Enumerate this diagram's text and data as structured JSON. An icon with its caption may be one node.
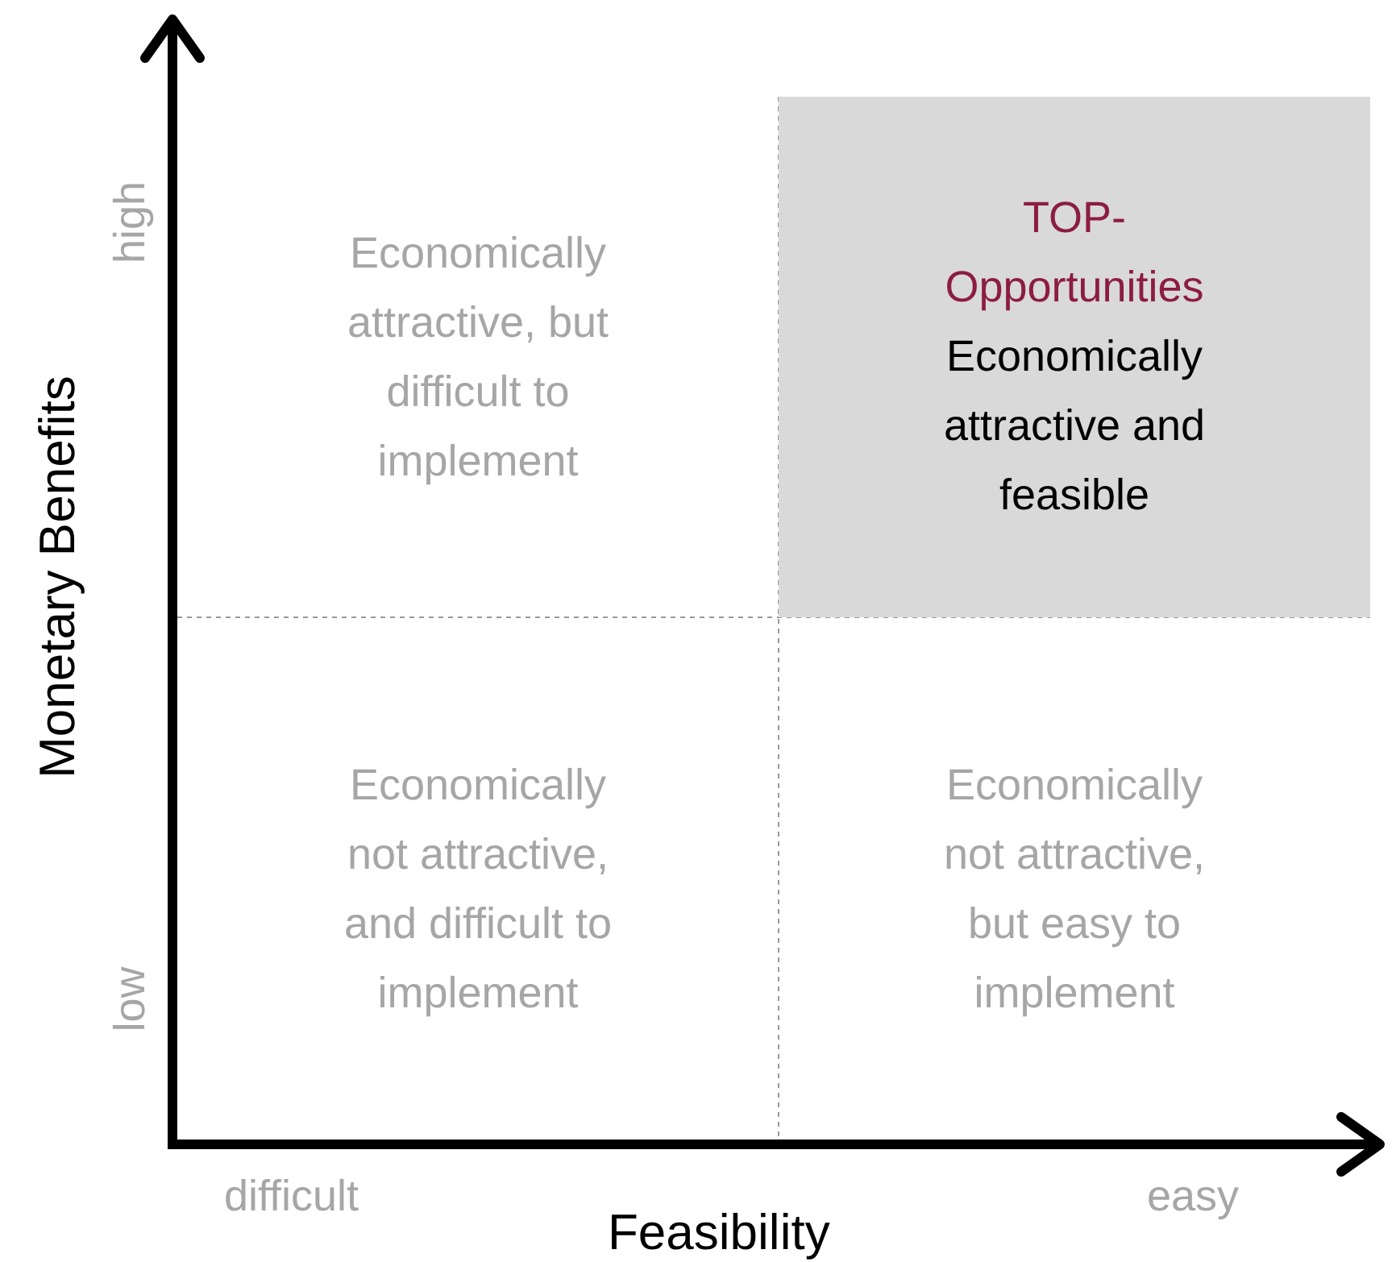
{
  "diagram": {
    "nodes": [
      {
        "text": [
          "Economically attractive, but difficult to implement"
        ]
      },
      {
        "text": [
          "TOP-Opportunities",
          "Economically attractive and feasible"
        ]
      },
      {
        "text": [
          "Economically not attractive, and difficult to implement"
        ]
      },
      {
        "text": [
          "Economically not attractive, but easy to implement"
        ]
      }
    ],
    "edges": [],
    "labels": [
      "high",
      "low",
      "Monetary Benefits",
      "difficult",
      "easy",
      "Feasibility"
    ]
  }
}
